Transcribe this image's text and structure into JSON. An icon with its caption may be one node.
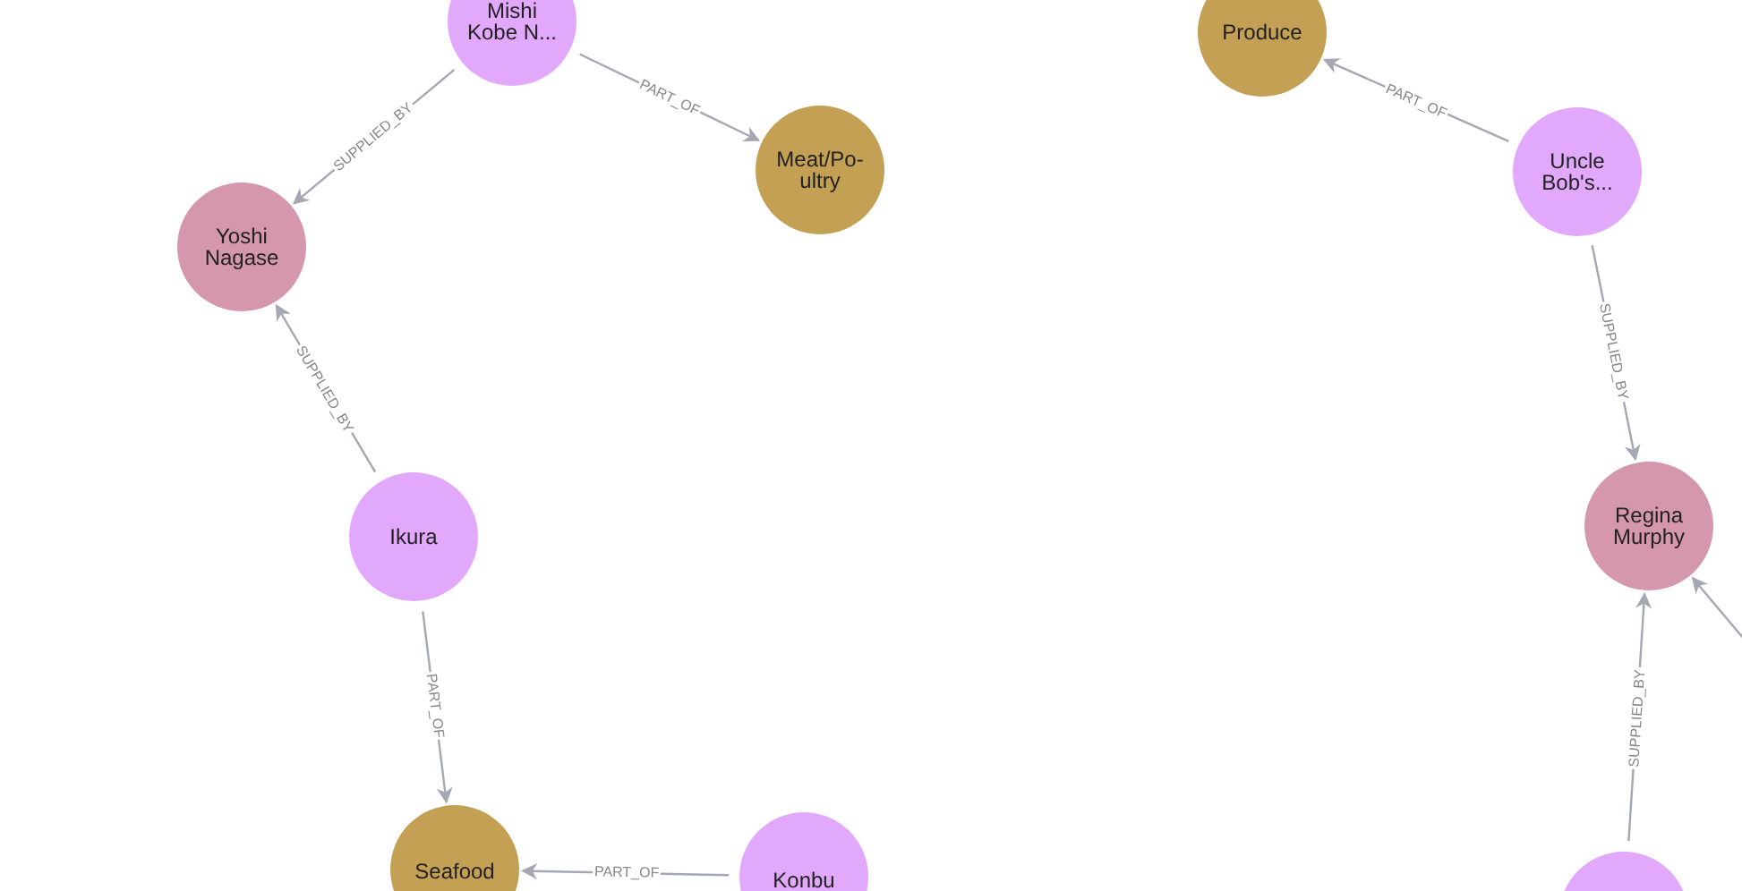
{
  "diagram": {
    "nodes": [
      {
        "text": [
          "Mishi Kobe N..."
        ]
      },
      {
        "text": [
          "Meat/Po- ultry"
        ]
      },
      {
        "text": [
          "Yoshi Nagase"
        ]
      },
      {
        "text": [
          "Ikura"
        ]
      },
      {
        "text": [
          "Seafood"
        ]
      },
      {
        "text": [
          "Konbu"
        ]
      },
      {
        "text": [
          "Produce"
        ]
      },
      {
        "text": [
          "Uncle Bob's..."
        ]
      },
      {
        "text": [
          "Regina Murphy"
        ]
      },
      {
        "text": [],
        "shape": "circle"
      }
    ],
    "edges": [
      {
        "from": 0,
        "to": 2,
        "arrow": "to",
        "label": "SUPPLIED_BY"
      },
      {
        "from": 0,
        "to": 1,
        "arrow": "to",
        "label": "PART_OF"
      },
      {
        "from": 3,
        "to": 2,
        "arrow": "to",
        "label": "SUPPLIED_BY"
      },
      {
        "from": 3,
        "to": 4,
        "arrow": "to",
        "label": "PART_OF"
      },
      {
        "from": 5,
        "to": 4,
        "arrow": "to",
        "label": "PART_OF"
      },
      {
        "from": 7,
        "to": 6,
        "arrow": "to",
        "label": "PART_OF"
      },
      {
        "from": 7,
        "to": 8,
        "arrow": "to",
        "label": "SUPPLIED_BY"
      },
      {
        "from": 9,
        "to": 8,
        "arrow": "to",
        "label": "SUPPLIED_BY"
      },
      {
        "from": null,
        "to": 8,
        "arrow": "to"
      }
    ]
  }
}
